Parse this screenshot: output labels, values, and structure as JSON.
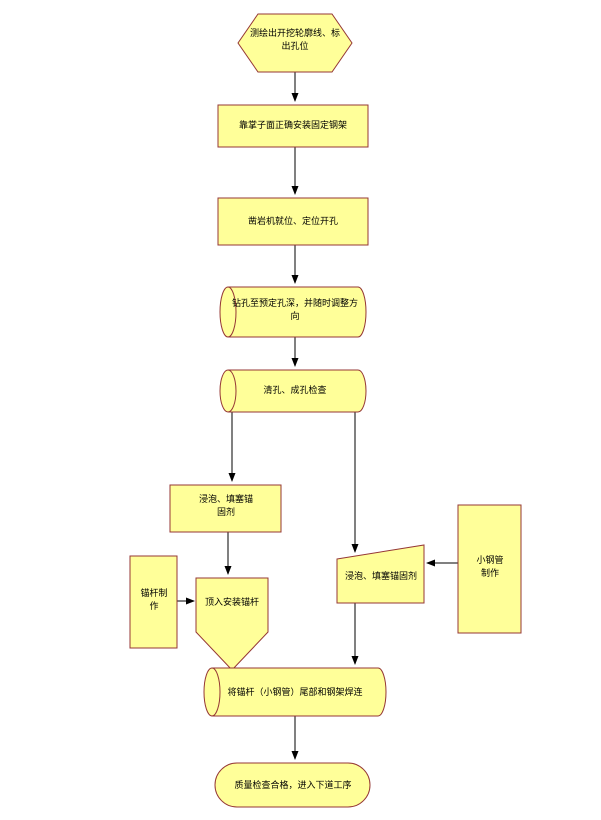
{
  "diagram": {
    "colors": {
      "node_fill": "#FFFF99",
      "node_border": "#953735",
      "connector": "#000000",
      "background": "#FFFFFF"
    },
    "nodes": {
      "survey": {
        "label": "测绘出开挖轮廓线、标出孔位"
      },
      "install_frame": {
        "label": "靠掌子面正确安装固定钢架"
      },
      "drill_position": {
        "label": "凿岩机就位、定位开孔"
      },
      "drill_depth": {
        "label": "钻孔至预定孔深，并随时调整方向"
      },
      "clean_check": {
        "label": "清孔、成孔检查"
      },
      "soak_left": {
        "label": "浸泡、填塞锚固剂"
      },
      "anchor_make": {
        "label": "锚杆制作"
      },
      "install_anchor": {
        "label": "顶入安装锚杆"
      },
      "soak_right": {
        "label": "浸泡、填塞锚固剂"
      },
      "pipe_make": {
        "label": "小钢管制作"
      },
      "weld": {
        "label": "将锚杆（小钢管）尾部和钢架焊连"
      },
      "quality": {
        "label": "质量检查合格，进入下道工序"
      }
    }
  }
}
